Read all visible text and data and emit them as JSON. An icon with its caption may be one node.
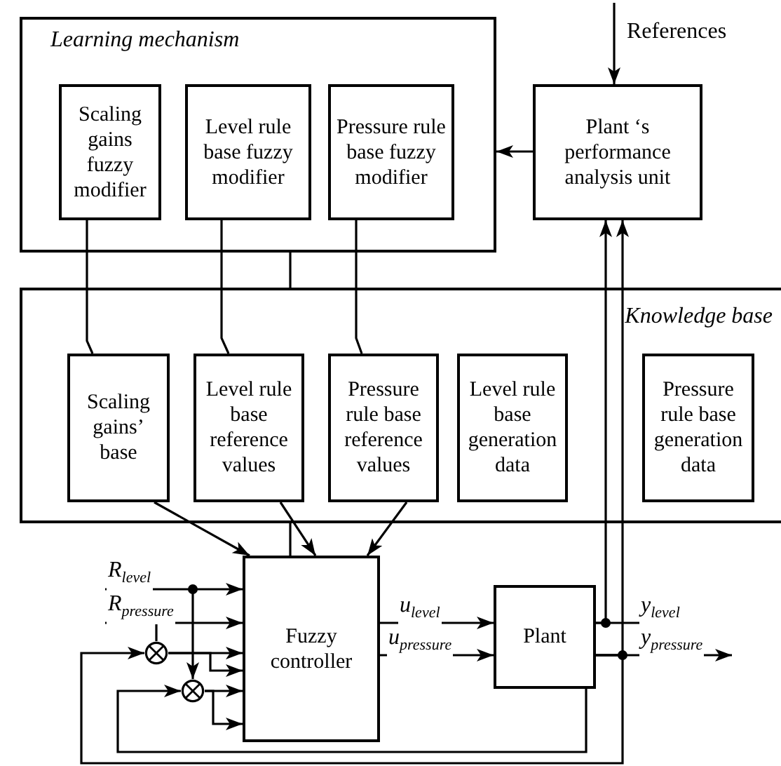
{
  "diagram": {
    "nodes": [
      {
        "text": [
          "Learning mechanism"
        ]
      },
      {
        "text": [
          "Scaling gains fuzzy modifier"
        ],
        "in": 0
      },
      {
        "text": [
          "Level rule base fuzzy modifier"
        ],
        "in": 0
      },
      {
        "text": [
          "Pressure rule base fuzzy modifier"
        ],
        "in": 0
      },
      {
        "text": [
          "Plant ‘s performance analysis unit"
        ]
      },
      {
        "text": [
          "Knowledge base"
        ]
      },
      {
        "text": [
          "Scaling gains’ base"
        ],
        "in": 5
      },
      {
        "text": [
          "Level rule base reference values"
        ],
        "in": 5
      },
      {
        "text": [
          "Pressure rule base reference values"
        ],
        "in": 5
      },
      {
        "text": [
          "Level rule base generation data"
        ],
        "in": 5
      },
      {
        "text": [
          "Pressure rule base generation data"
        ],
        "in": 5
      },
      {
        "text": [
          "Fuzzy controller"
        ]
      },
      {
        "text": [
          "Plant"
        ]
      },
      {
        "text": [],
        "shape": "circle"
      },
      {
        "text": [],
        "shape": "circle"
      }
    ],
    "edges": [
      {
        "from": null,
        "to": 4,
        "arrow": "to",
        "label": "References"
      },
      {
        "from": 4,
        "to": 0,
        "arrow": "to"
      },
      {
        "from": 1,
        "to": 6,
        "arrow": "none"
      },
      {
        "from": 2,
        "to": 7,
        "arrow": "none"
      },
      {
        "from": 3,
        "to": 8,
        "arrow": "none"
      },
      {
        "from": 0,
        "to": 5,
        "arrow": "none"
      },
      {
        "from": 6,
        "to": 11,
        "arrow": "to"
      },
      {
        "from": 7,
        "to": 11,
        "arrow": "to"
      },
      {
        "from": 8,
        "to": 11,
        "arrow": "to"
      },
      {
        "from": 5,
        "to": 11,
        "arrow": "none"
      },
      {
        "from": null,
        "to": 11,
        "arrow": "to",
        "label": "*R*$_{level}$"
      },
      {
        "from": null,
        "to": 11,
        "arrow": "to",
        "label": "*R*$_{pressure}$"
      },
      {
        "from": 11,
        "to": 12,
        "arrow": "to",
        "label": "*u*$_{level}$"
      },
      {
        "from": 11,
        "to": 12,
        "arrow": "to",
        "label": "*u*$_{pressure}$"
      },
      {
        "from": 12,
        "to": null,
        "arrow": "to",
        "label": "*y*$_{level}$"
      },
      {
        "from": 12,
        "to": null,
        "arrow": "to",
        "label": "*y*$_{pressure}$"
      },
      {
        "from": 12,
        "to": 4,
        "arrow": "to"
      },
      {
        "from": 12,
        "to": 4,
        "arrow": "to"
      },
      {
        "from": null,
        "to": 13,
        "arrow": "none"
      },
      {
        "from": null,
        "to": 14,
        "arrow": "to"
      },
      {
        "from": 12,
        "to": 13,
        "arrow": "to"
      },
      {
        "from": 12,
        "to": 14,
        "arrow": "to"
      },
      {
        "from": 13,
        "to": 11,
        "arrow": "to"
      },
      {
        "from": 13,
        "to": 11,
        "arrow": "to"
      },
      {
        "from": 14,
        "to": 11,
        "arrow": "to"
      },
      {
        "from": 14,
        "to": 11,
        "arrow": "to"
      }
    ]
  }
}
